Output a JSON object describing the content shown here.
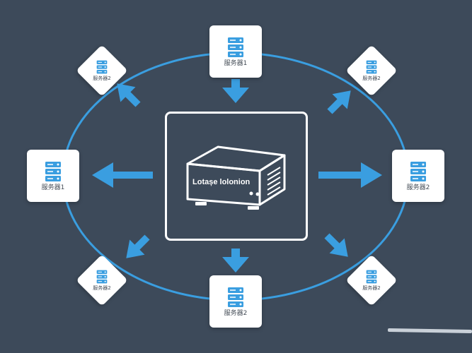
{
  "diagram": {
    "center_label": "Lotașe lolonion",
    "nodes": {
      "top": "服务器1",
      "top_left": "服务器2",
      "top_right": "服务器2",
      "left": "服务器1",
      "right": "服务器2",
      "bottom_left": "服务器2",
      "bottom": "服务器2",
      "bottom_right": "服务器2"
    }
  },
  "colors": {
    "background": "#3d4a5a",
    "accent": "#3a9ee0",
    "node": "#ffffff",
    "text": "#444c56"
  },
  "icons": {
    "node_icon": "server-rack-icon",
    "center_icon": "network-device-icon"
  }
}
